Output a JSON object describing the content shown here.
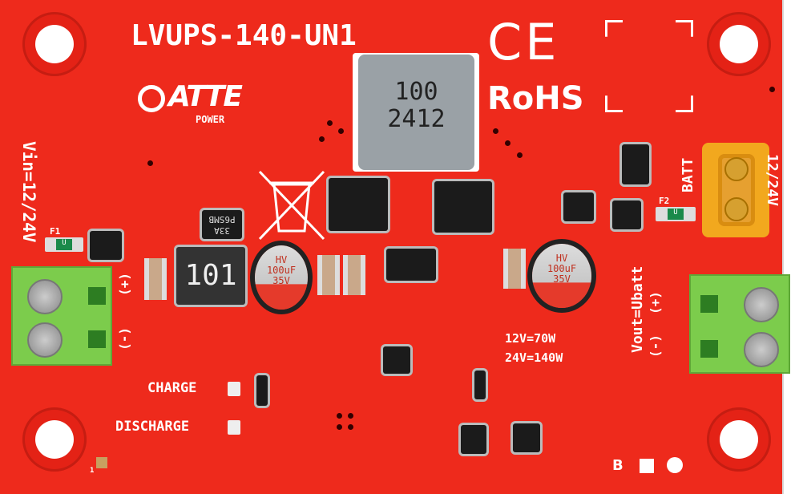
{
  "board": {
    "title": "LVUPS-140-UN1",
    "ce_mark": "CE",
    "rohs": "RoHS",
    "logo": {
      "brand": "ATTE",
      "sub": "POWER"
    },
    "vin_label": "Vin=12/24V",
    "left_terminal_plus": "(+)",
    "left_terminal_minus": "(-)",
    "batt_label": "BATT",
    "batt_voltage": "12/24V",
    "vout_label": "Vout=Ubatt",
    "right_terminal_plus": "(+)",
    "right_terminal_minus": "(-)",
    "power_12v": "12V=70W",
    "power_24v": "24V=140W",
    "charge_label": "CHARGE",
    "discharge_label": "DISCHARGE",
    "f1_label": "F1",
    "f2_label": "F2",
    "fuse_marking": "U",
    "main_inductor": {
      "line1": "100",
      "line2": "2412"
    },
    "small_inductor": "101",
    "capacitor": {
      "line1": "HV",
      "line2": "100uF",
      "line3": "35V"
    },
    "tvs_diode": {
      "line1": "33A",
      "line2": "P6SMB"
    },
    "bottom_b": "B",
    "pin1": "1"
  },
  "colors": {
    "pcb": "#ee2a1c",
    "terminal": "#7ccc4c",
    "xt30": "#f2a81e"
  }
}
